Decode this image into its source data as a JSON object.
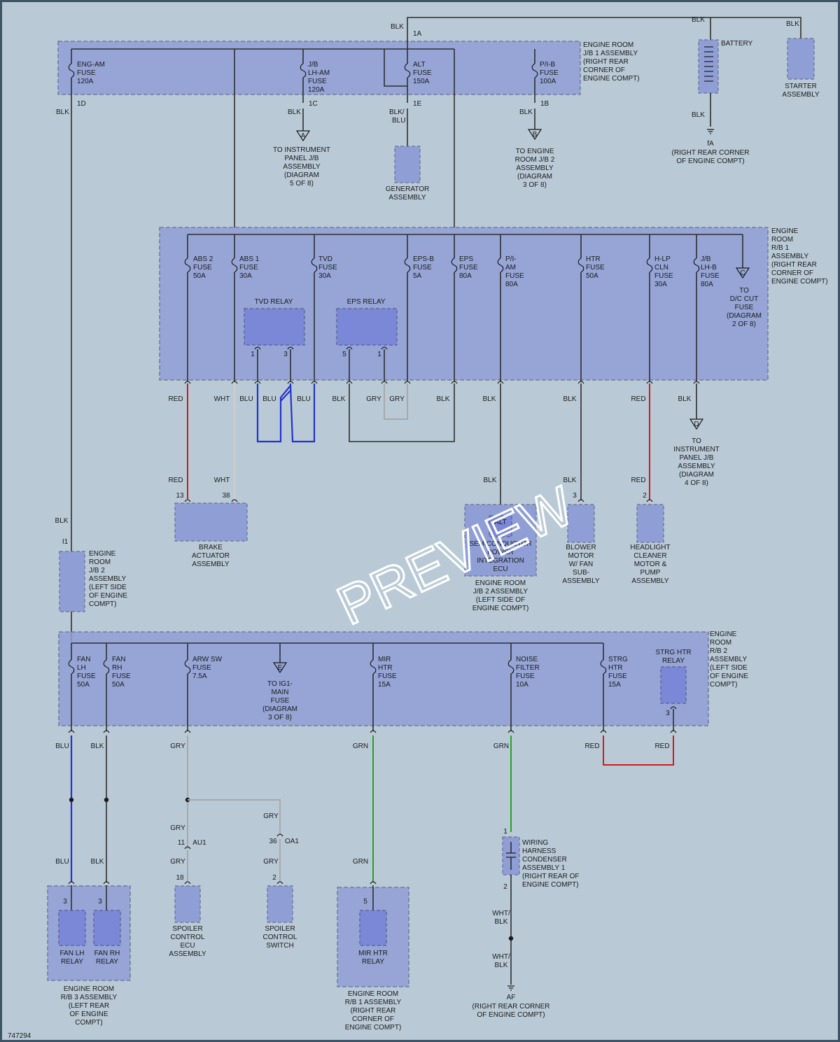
{
  "diagram_id": "747294",
  "watermark": "PREVIEW",
  "jb1": {
    "title": [
      "ENGINE ROOM",
      "J/B 1 ASSEMBLY",
      "(RIGHT REAR",
      "CORNER OF",
      "ENGINE COMPT)"
    ],
    "fuses": [
      {
        "name": [
          "ENG-AM",
          "FUSE",
          "120A"
        ],
        "pin": "1D"
      },
      {
        "name": [
          "J/B",
          "LH-AM",
          "FUSE",
          "120A"
        ],
        "pin": "1C"
      },
      {
        "name": [
          "ALT",
          "FUSE",
          "150A"
        ],
        "pin": "1E"
      },
      {
        "name": [
          "P/I-B",
          "FUSE",
          "100A"
        ],
        "pin": "1B"
      }
    ],
    "input_pin": "1A"
  },
  "battery": {
    "label": "BATTERY",
    "ground_pin": "fA",
    "ground_desc": [
      "(RIGHT REAR CORNER",
      "OF ENGINE COMPT)"
    ]
  },
  "starter": {
    "label": [
      "STARTER",
      "ASSEMBLY"
    ]
  },
  "generator": {
    "label": [
      "GENERATOR",
      "ASSEMBLY"
    ]
  },
  "ref_a": {
    "letter": "A",
    "text": [
      "TO INSTRUMENT",
      "PANEL J/B",
      "ASSEMBLY",
      "(DIAGRAM",
      "5 OF 8)"
    ]
  },
  "ref_b": {
    "letter": "B",
    "text": [
      "TO ENGINE",
      "ROOM J/B 2",
      "ASSEMBLY",
      "(DIAGRAM",
      "3 OF 8)"
    ]
  },
  "rb1": {
    "title": [
      "ENGINE",
      "ROOM",
      "R/B 1",
      "ASSEMBLY",
      "(RIGHT REAR",
      "CORNER OF",
      "ENGINE COMPT)"
    ],
    "fuses": [
      {
        "name": [
          "ABS 2",
          "FUSE",
          "50A"
        ]
      },
      {
        "name": [
          "ABS 1",
          "FUSE",
          "30A"
        ]
      },
      {
        "name": [
          "TVD",
          "FUSE",
          "30A"
        ]
      },
      {
        "name": [
          "EPS-B",
          "FUSE",
          "5A"
        ]
      },
      {
        "name": [
          "EPS",
          "FUSE",
          "80A"
        ]
      },
      {
        "name": [
          "P/I-",
          "AM",
          "FUSE",
          "80A"
        ]
      },
      {
        "name": [
          "HTR",
          "FUSE",
          "50A"
        ]
      },
      {
        "name": [
          "H-LP",
          "CLN",
          "FUSE",
          "30A"
        ]
      },
      {
        "name": [
          "J/B",
          "LH-B",
          "FUSE",
          "80A"
        ]
      }
    ],
    "tvd_relay": "TVD RELAY",
    "eps_relay": "EPS RELAY",
    "relay_pins": [
      "1",
      "3",
      "5",
      "1"
    ],
    "ref_c": {
      "letter": "C",
      "text": [
        "TO",
        "D/C CUT",
        "FUSE",
        "(DIAGRAM",
        "2 OF 8)"
      ]
    }
  },
  "ref_d": {
    "letter": "D",
    "text": [
      "TO",
      "INSTRUMENT",
      "PANEL J/B",
      "ASSEMBLY",
      "(DIAGRAM",
      "4 OF 8)"
    ]
  },
  "wire_colors_upper": [
    "RED",
    "WHT",
    "BLU",
    "BLU",
    "BLU",
    "BLK",
    "GRY",
    "GRY",
    "BLK",
    "BLK",
    "BLK",
    "RED",
    "BLK"
  ],
  "brake": {
    "label": [
      "BRAKE",
      "ACTUATOR",
      "ASSEMBLY"
    ],
    "pins": [
      "13",
      "38"
    ],
    "colors": [
      "RED",
      "WHT"
    ]
  },
  "alt_ecu": {
    "inner": "ALT",
    "label": [
      "SEMICONDUCTOR",
      "POWER",
      "INTEGRATION",
      "ECU"
    ],
    "box": [
      "ENGINE ROOM",
      "J/B 2 ASSEMBLY",
      "(LEFT SIDE OF",
      "ENGINE COMPT)"
    ],
    "color": "BLK"
  },
  "blower": {
    "label": [
      "BLOWER",
      "MOTOR",
      "W/ FAN",
      "SUB-",
      "ASSEMBLY"
    ],
    "pin": "3",
    "color": "BLK"
  },
  "headlight": {
    "label": [
      "HEADLIGHT",
      "CLEANER",
      "MOTOR &",
      "PUMP",
      "ASSEMBLY"
    ],
    "pin": "2",
    "color": "RED"
  },
  "jb2": {
    "label": [
      "ENGINE",
      "ROOM",
      "J/B 2",
      "ASSEMBLY",
      "(LEFT SIDE",
      "OF ENGINE",
      "COMPT)"
    ],
    "pin": "I1",
    "color": "BLK"
  },
  "rb2": {
    "title": [
      "ENGINE",
      "ROOM",
      "R/B 2",
      "ASSEMBLY",
      "(LEFT SIDE",
      "OF ENGINE",
      "COMPT)"
    ],
    "fuses": [
      {
        "name": [
          "FAN",
          "LH",
          "FUSE",
          "50A"
        ]
      },
      {
        "name": [
          "FAN",
          "RH",
          "FUSE",
          "50A"
        ]
      },
      {
        "name": [
          "ARW SW",
          "FUSE",
          "7.5A"
        ]
      },
      {
        "name": [
          "MIR",
          "HTR",
          "FUSE",
          "15A"
        ]
      },
      {
        "name": [
          "NOISE",
          "FILTER",
          "FUSE",
          "10A"
        ]
      },
      {
        "name": [
          "STRG",
          "HTR",
          "FUSE",
          "15A"
        ]
      }
    ],
    "ref_e": {
      "letter": "E",
      "text": [
        "TO IG1-",
        "MAIN",
        "FUSE",
        "(DIAGRAM",
        "3 OF 8)"
      ]
    },
    "strg_relay": [
      "STRG HTR",
      "RELAY"
    ],
    "strg_pin": "3"
  },
  "lower_colors": [
    "BLU",
    "BLK",
    "GRY",
    "GRN",
    "GRN",
    "RED",
    "RED"
  ],
  "rb3": {
    "fan_lh": [
      "FAN LH",
      "RELAY"
    ],
    "fan_rh": [
      "FAN RH",
      "RELAY"
    ],
    "pins": [
      "3",
      "3"
    ],
    "colors": [
      "BLU",
      "BLK"
    ],
    "box": [
      "ENGINE ROOM",
      "R/B 3 ASSEMBLY",
      "(LEFT REAR",
      "OF ENGINE",
      "COMPT)"
    ]
  },
  "spoiler_ecu": {
    "label": [
      "SPOILER",
      "CONTROL",
      "ECU",
      "ASSEMBLY"
    ],
    "pin": "18",
    "conn_pin": "11",
    "conn": "AU1",
    "colors": [
      "GRY",
      "GRY"
    ]
  },
  "spoiler_sw": {
    "label": [
      "SPOILER",
      "CONTROL",
      "SWITCH"
    ],
    "pin": "2",
    "conn_pin": "36",
    "conn": "OA1",
    "colors": [
      "GRY",
      "GRY"
    ]
  },
  "mir_relay": {
    "label": [
      "MIR HTR",
      "RELAY"
    ],
    "pin": "5",
    "color": "GRN",
    "box": [
      "ENGINE ROOM",
      "R/B 1 ASSEMBLY",
      "(RIGHT REAR",
      "CORNER OF",
      "ENGINE COMPT)"
    ]
  },
  "condenser": {
    "label": [
      "WIRING",
      "HARNESS",
      "CONDENSER",
      "ASSEMBLY 1",
      "(RIGHT REAR OF",
      "ENGINE COMPT)"
    ],
    "pins": [
      "1",
      "2"
    ],
    "colors": [
      [
        "WHT/",
        "BLK"
      ],
      [
        "WHT/",
        "BLK"
      ]
    ],
    "ground": "AF",
    "ground_desc": [
      "(RIGHT REAR CORNER",
      "OF ENGINE COMPT)"
    ]
  },
  "top_colors": {
    "blk_top": "BLK",
    "blk_batt_top": "BLK",
    "blk_batt_bot": "BLK",
    "blk_starter": "BLK",
    "jb1_out": [
      "BLK",
      "BLK",
      "BLK/",
      "BLU",
      "BLK"
    ]
  }
}
